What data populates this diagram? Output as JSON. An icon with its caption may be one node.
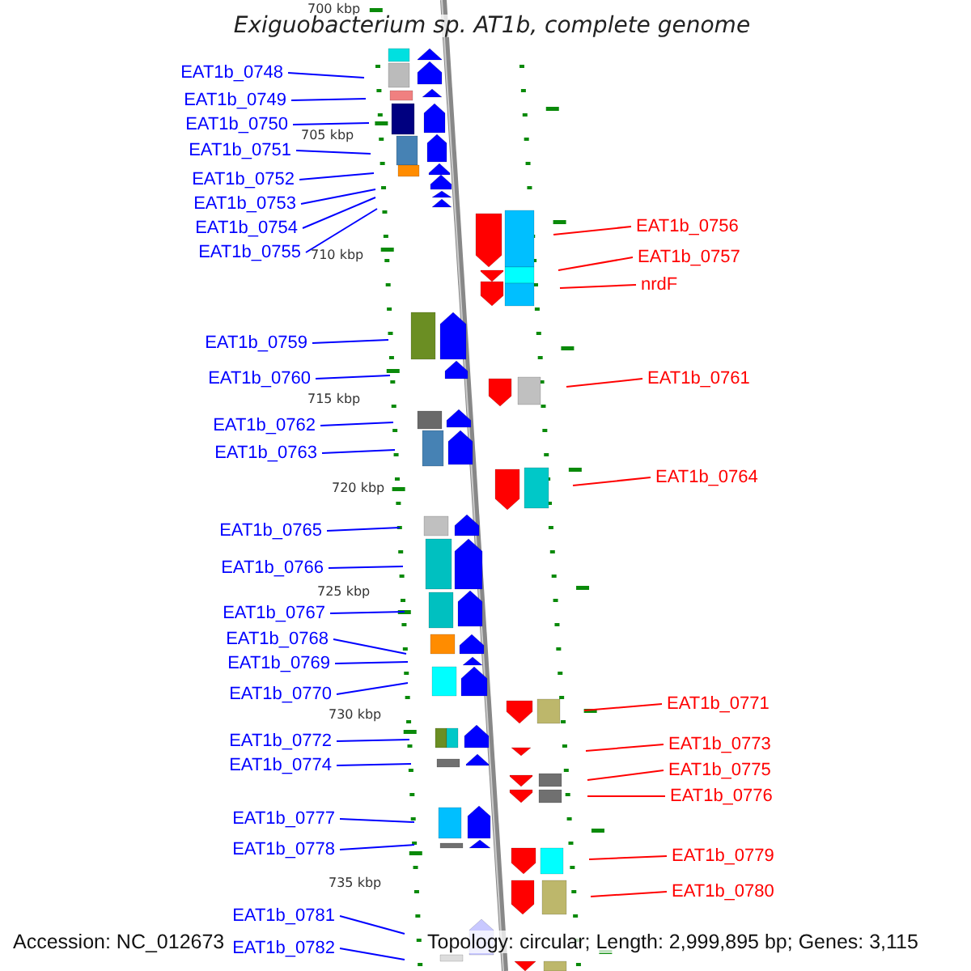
{
  "diagram": {
    "title": "Exiguobacterium sp. AT1b, complete genome",
    "nodes": [
      {
        "text": [
          "EAT1b_0748"
        ]
      },
      {
        "text": [
          "EAT1b_0749"
        ]
      },
      {
        "text": [
          "EAT1b_0750"
        ]
      },
      {
        "text": [
          "EAT1b_0751"
        ]
      },
      {
        "text": [
          "EAT1b_0752"
        ]
      },
      {
        "text": [
          "EAT1b_0753"
        ]
      },
      {
        "text": [
          "EAT1b_0754"
        ]
      },
      {
        "text": [
          "EAT1b_0755"
        ]
      },
      {
        "text": [
          "EAT1b_0759"
        ]
      },
      {
        "text": [
          "EAT1b_0760"
        ]
      },
      {
        "text": [
          "EAT1b_0762"
        ]
      },
      {
        "text": [
          "EAT1b_0763"
        ]
      },
      {
        "text": [
          "EAT1b_0765"
        ]
      },
      {
        "text": [
          "EAT1b_0766"
        ]
      },
      {
        "text": [
          "EAT1b_0767"
        ]
      },
      {
        "text": [
          "EAT1b_0768"
        ]
      },
      {
        "text": [
          "EAT1b_0769"
        ]
      },
      {
        "text": [
          "EAT1b_0770"
        ]
      },
      {
        "text": [
          "EAT1b_0772"
        ]
      },
      {
        "text": [
          "EAT1b_0774"
        ]
      },
      {
        "text": [
          "EAT1b_0777"
        ]
      },
      {
        "text": [
          "EAT1b_0778"
        ]
      },
      {
        "text": [
          "EAT1b_0781"
        ]
      },
      {
        "text": [
          "EAT1b_0782"
        ]
      },
      {
        "text": [
          "EAT1b_0756"
        ]
      },
      {
        "text": [
          "EAT1b_0757"
        ]
      },
      {
        "text": [
          "nrdF"
        ]
      },
      {
        "text": [
          "EAT1b_0761"
        ]
      },
      {
        "text": [
          "EAT1b_0764"
        ]
      },
      {
        "text": [
          "EAT1b_0771"
        ]
      },
      {
        "text": [
          "EAT1b_0773"
        ]
      },
      {
        "text": [
          "EAT1b_0775"
        ]
      },
      {
        "text": [
          "EAT1b_0776"
        ]
      },
      {
        "text": [
          "EAT1b_0779"
        ]
      },
      {
        "text": [
          "EAT1b_0780"
        ]
      }
    ],
    "edges": [
      {
        "from": 0,
        "to": null,
        "arrow": "none"
      },
      {
        "from": 1,
        "to": null,
        "arrow": "none"
      },
      {
        "from": 2,
        "to": null,
        "arrow": "none"
      },
      {
        "from": 3,
        "to": null,
        "arrow": "none"
      },
      {
        "from": 4,
        "to": null,
        "arrow": "none"
      },
      {
        "from": 5,
        "to": null,
        "arrow": "none"
      },
      {
        "from": 6,
        "to": null,
        "arrow": "none"
      },
      {
        "from": 7,
        "to": null,
        "arrow": "none"
      },
      {
        "from": 8,
        "to": null,
        "arrow": "none"
      },
      {
        "from": 9,
        "to": null,
        "arrow": "none"
      },
      {
        "from": 10,
        "to": null,
        "arrow": "none"
      },
      {
        "from": 11,
        "to": null,
        "arrow": "none"
      },
      {
        "from": 12,
        "to": null,
        "arrow": "none"
      },
      {
        "from": 13,
        "to": null,
        "arrow": "none"
      },
      {
        "from": 14,
        "to": null,
        "arrow": "none"
      },
      {
        "from": 15,
        "to": null,
        "arrow": "none"
      },
      {
        "from": 16,
        "to": null,
        "arrow": "none"
      },
      {
        "from": 17,
        "to": null,
        "arrow": "none"
      },
      {
        "from": 18,
        "to": null,
        "arrow": "none"
      },
      {
        "from": 19,
        "to": null,
        "arrow": "none"
      },
      {
        "from": 20,
        "to": null,
        "arrow": "none"
      },
      {
        "from": 21,
        "to": null,
        "arrow": "none"
      },
      {
        "from": 22,
        "to": null,
        "arrow": "none"
      },
      {
        "from": 23,
        "to": null,
        "arrow": "none"
      },
      {
        "from": 24,
        "to": null,
        "arrow": "none",
        "color": "#ff0000"
      },
      {
        "from": 25,
        "to": null,
        "arrow": "none",
        "color": "#ff0000"
      },
      {
        "from": 26,
        "to": null,
        "arrow": "none",
        "color": "#ff0000"
      },
      {
        "from": 27,
        "to": null,
        "arrow": "none",
        "color": "#ff0000"
      },
      {
        "from": 28,
        "to": null,
        "arrow": "none",
        "color": "#ff0000"
      },
      {
        "from": 29,
        "to": null,
        "arrow": "none",
        "color": "#ff0000"
      },
      {
        "from": 30,
        "to": null,
        "arrow": "none",
        "color": "#ff0000"
      },
      {
        "from": 31,
        "to": null,
        "arrow": "none",
        "color": "#ff0000"
      },
      {
        "from": 32,
        "to": null,
        "arrow": "none",
        "color": "#ff0000"
      },
      {
        "from": 33,
        "to": null,
        "arrow": "none",
        "color": "#ff0000"
      },
      {
        "from": 34,
        "to": null,
        "arrow": "none",
        "color": "#ff0000"
      }
    ],
    "labels": [
      "700 kbp",
      "705 kbp",
      "710 kbp",
      "715 kbp",
      "720 kbp",
      "725 kbp",
      "730 kbp",
      "735 kbp",
      "Accession: NC_012673",
      "Topology: circular; Length: 2,999,895 bp; Genes: 3,115"
    ]
  }
}
